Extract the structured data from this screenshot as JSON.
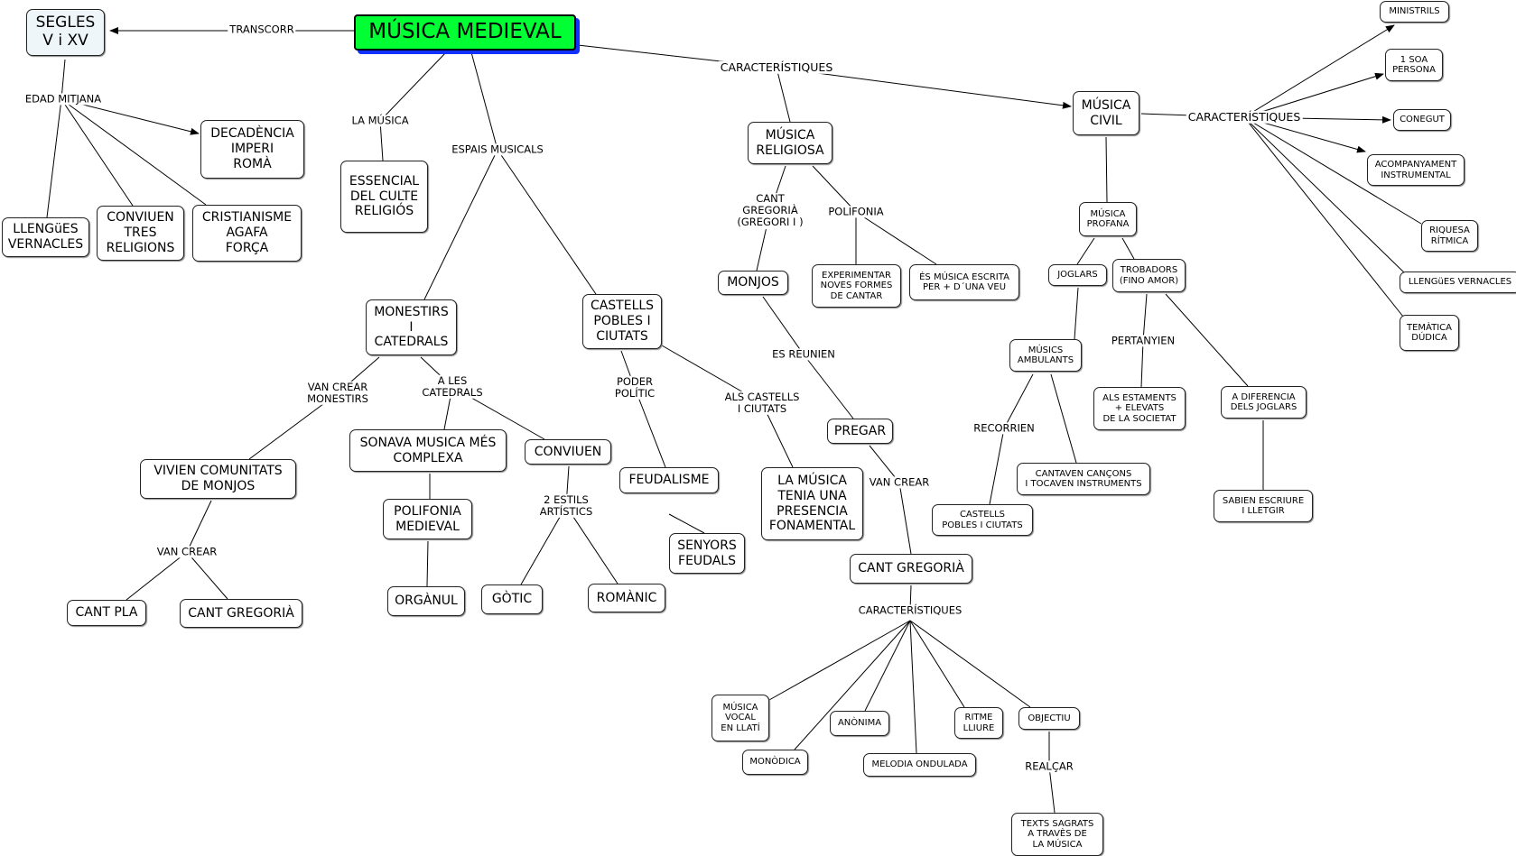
{
  "root": {
    "title": "MÚSICA MEDIEVAL"
  },
  "nodes": {
    "segles": "SEGLES\nV i XV",
    "decadencia": "DECADÈNCIA\nIMPERI\nROMÀ",
    "llengues": "LLENGüES\nVERNACLES",
    "conviuen_tres": "CONVIUEN\nTRES\nRELIGIONS",
    "cristianisme": "CRISTIANISME\nAGAFA\nFORÇA",
    "essencial": "ESSENCIAL\nDEL CULTE\nRELIGIÓS",
    "monestirs": "MONESTIRS\nI\nCATEDRALS",
    "castells_pobles": "CASTELLS\nPOBLES I\nCIUTATS",
    "vivien": "VIVIEN COMUNITATS\nDE MONJOS",
    "sonava": "SONAVA MUSICA MÉS\nCOMPLEXA",
    "conviuen": "CONVIUEN",
    "polifonia_medieval": "POLIFONIA\nMEDIEVAL",
    "organul": "ORGÀNUL",
    "cant_pla": "CANT PLA",
    "cant_gregoria_left": "CANT GREGORIÀ",
    "gotic": "GÒTIC",
    "romanic": "ROMÀNIC",
    "feudalisme": "FEUDALISME",
    "senyors": "SENYORS\nFEUDALS",
    "la_musica_tenia": "LA MÚSICA\nTENIA UNA\nPRESENCIA\nFONAMENTAL",
    "musica_religiosa": "MÚSICA\nRELIGIOSA",
    "monjos": "MONJOS",
    "experimentar": "EXPERIMENTAR\nNOVES FORMES\nDE CANTAR",
    "es_musica_escrita": "ÉS MÚSICA ESCRITA\nPER + D´UNA VEU",
    "pregar": "PREGAR",
    "cant_gregoria_center": "CANT GREGORIÀ",
    "musica_vocal": "MÚSICA\nVOCAL\nEN LLATÍ",
    "monodica": "MONÒDICA",
    "anonima": "ANÒNIMA",
    "melodia": "MELODIA ONDULADA",
    "ritme": "RITME\nLLIURE",
    "objectiu": "OBJECTIU",
    "texts": "TEXTS SAGRATS\nA TRAVÈS DE\nLA MÚSICA",
    "musica_civil": "MÚSICA\nCIVIL",
    "musica_profana": "MÚSICA\nPROFANA",
    "joglars": "JOGLARS",
    "trobadors": "TROBADORS\n(FINO AMOR)",
    "musics_ambulants": "MÚSICS\nAMBULANTS",
    "als_estaments": "ALS ESTAMENTS\n+ ELEVATS\nDE LA SOCIETAT",
    "a_diferencia": "A DIFERENCIA\nDELS JOGLARS",
    "castells_pobles_small": "CASTELLS\nPOBLES I CIUTATS",
    "cantaven": "CANTAVEN CANÇONS\nI TOCAVEN INSTRUMENTS",
    "sabien": "SABIEN ESCRIURE\nI LLETGIR",
    "ministrils": "MINISTRILS",
    "soa_persona": "1 SOA\nPERSONA",
    "conegut": "CONEGUT",
    "acompanyament": "ACOMPANYAMENT\nINSTRUMENTAL",
    "riquesa": "RIQUESA\nRÍTMICA",
    "llengues_vernacles_small": "LLENGüES VERNACLES",
    "tematica": "TEMÀTICA\nDÚDICA"
  },
  "links": {
    "transcorr": "TRANSCORR",
    "edad_mitjana": "EDAD MITJANA",
    "la_musica": "LA MÚSICA",
    "espais_musicals": "ESPAIS MUSICALS",
    "caracteristiques_top": "CARACTERÍSTIQUES",
    "van_crear_monestirs": "VAN CREAR\nMONESTIRS",
    "a_les_catedrals": "A LES\nCATEDRALS",
    "van_crear_left": "VAN CREAR",
    "estils": "2 ESTILS\nARTÍSTICS",
    "poder_politic": "PODER\nPOLÍTIC",
    "als_castells": "ALS CASTELLS\nI CIUTATS",
    "cant_gregoria_i": "CANT\nGREGORIÀ\n(GREGORI I )",
    "polifonia": "POLIFONIA",
    "es_reunien": "ES REUNIEN",
    "van_crear_center": "VAN CREAR",
    "caracteristiques_center": "CARACTERÍSTIQUES",
    "realcar": "REALÇAR",
    "caracteristiques_right": "CARACTERÍSTIQUES",
    "pertanyien": "PERTANYIEN",
    "recorrien": "RECORRIEN"
  }
}
